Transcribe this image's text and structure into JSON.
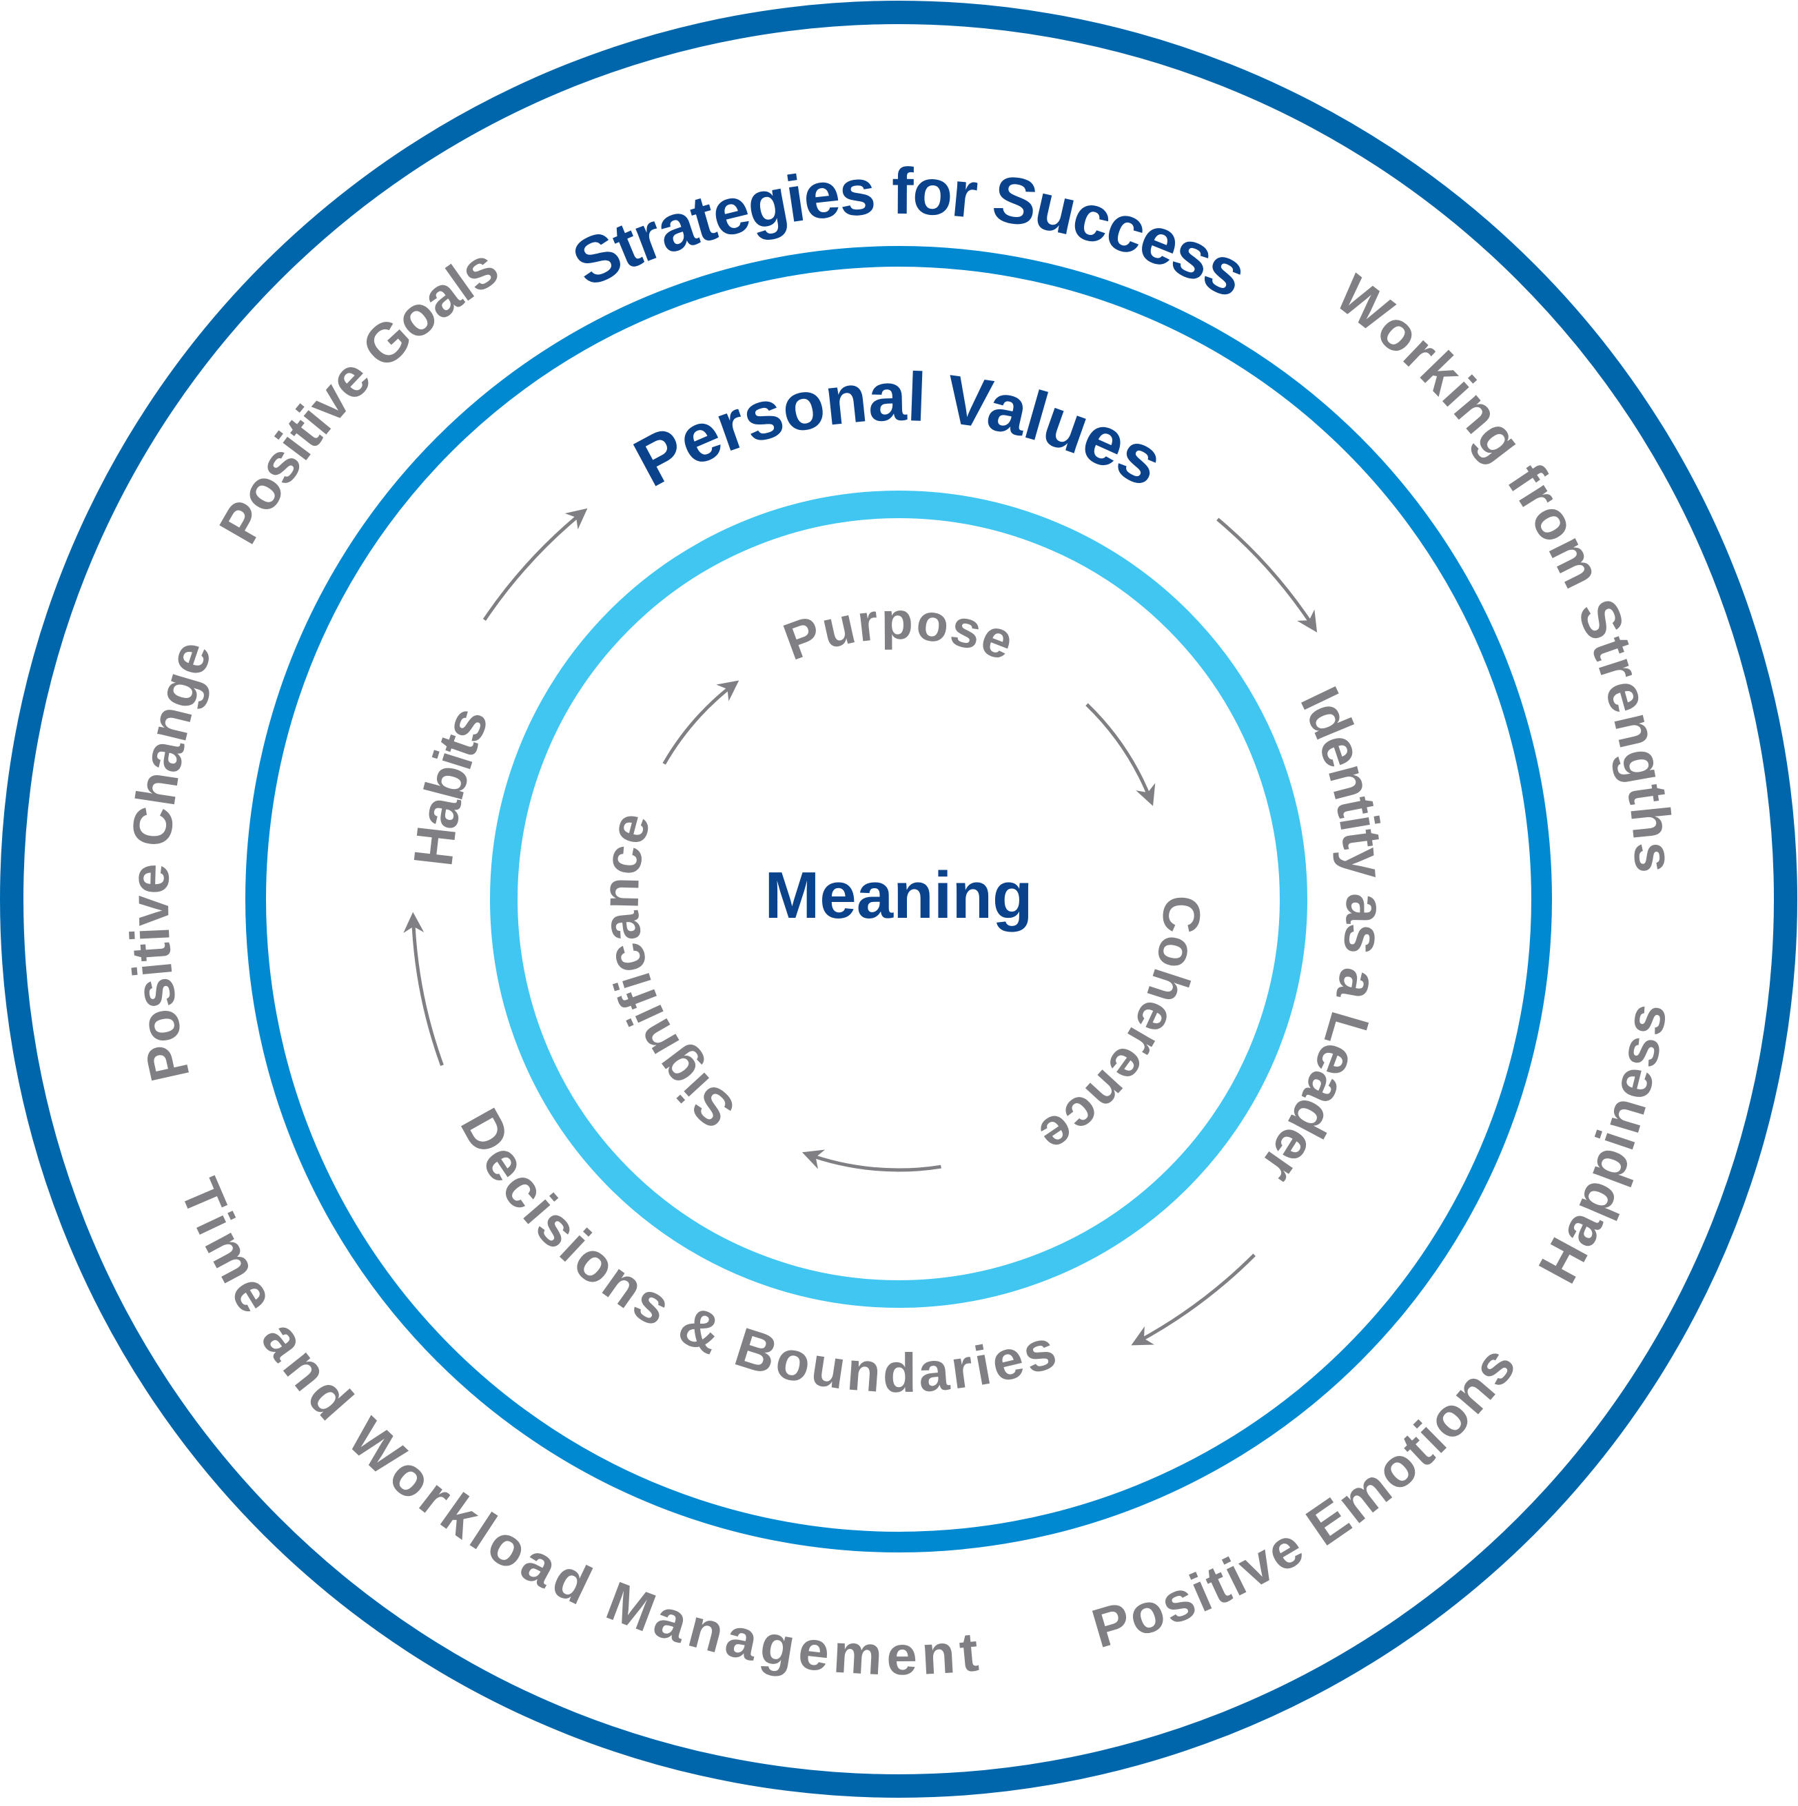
{
  "colors": {
    "outer_ring": "#0066AB",
    "middle_ring": "#0089D0",
    "inner_ring": "#41C6F2",
    "title_text": "#0A438C",
    "label_text": "#808084"
  },
  "center": {
    "title": "Meaning"
  },
  "inner_ring": {
    "labels": [
      "Purpose",
      "Coherence",
      "Significance"
    ]
  },
  "middle_ring": {
    "title": "Personal Values",
    "labels": [
      "Identity as a Leader",
      "Decisions & Boundaries",
      "Habits"
    ]
  },
  "outer_ring": {
    "title": "Strategies for Success",
    "labels": [
      "Working from Strengths",
      "Happiness",
      "Positive Emotions",
      "Time and Workload Management",
      "Positive Change",
      "Positive Goals"
    ]
  }
}
